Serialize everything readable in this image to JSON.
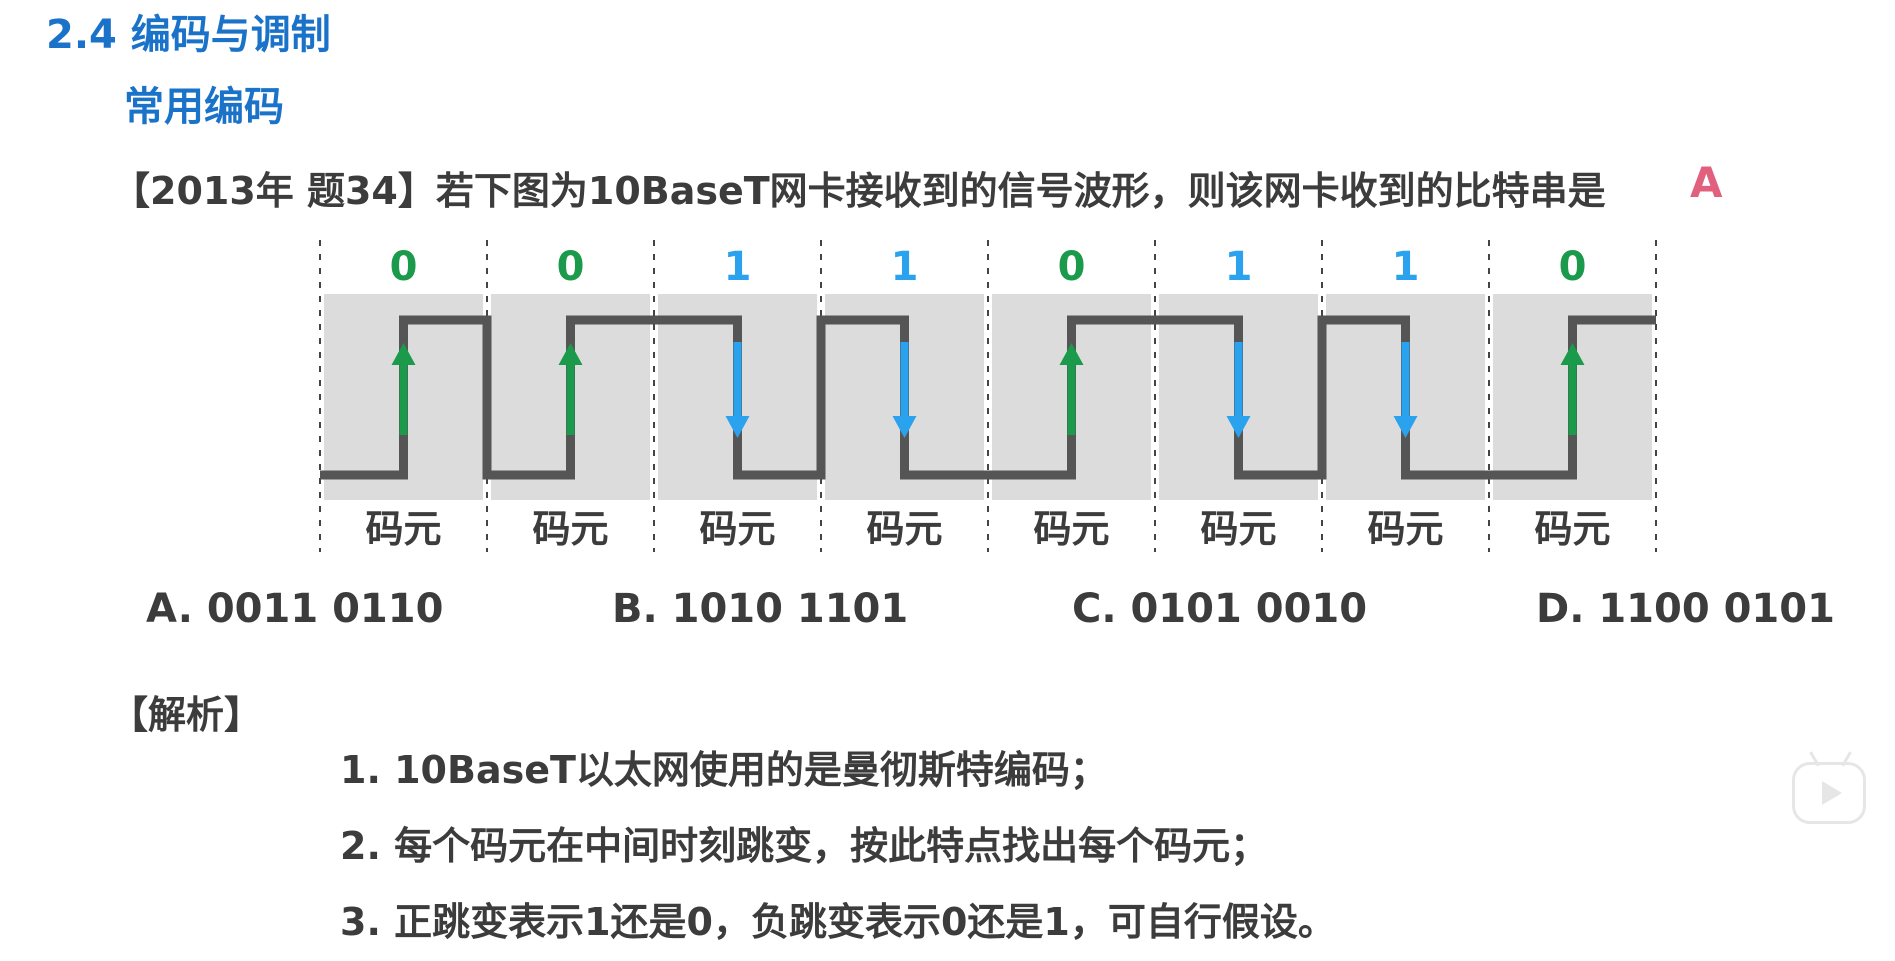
{
  "header": {
    "title": "2.4 编码与调制",
    "subtitle": "常用编码"
  },
  "question": {
    "text": "【2013年 题34】若下图为10BaseT网卡接收到的信号波形，则该网卡收到的比特串是",
    "answer": "A"
  },
  "diagram": {
    "bits": [
      "0",
      "0",
      "1",
      "1",
      "0",
      "1",
      "1",
      "0"
    ],
    "symbol_label": "码元",
    "colors": {
      "zero": "#1a9a4a",
      "one": "#2aa2ee",
      "signal": "#555555",
      "shade": "#dcdcdc"
    }
  },
  "options": [
    {
      "label": "A. 0011 0110"
    },
    {
      "label": "B. 1010 1101"
    },
    {
      "label": "C. 0101 0010"
    },
    {
      "label": "D. 1100 0101"
    }
  ],
  "analysis": {
    "title": "【解析】",
    "steps": [
      "1. 10BaseT以太网使用的是曼彻斯特编码；",
      "2. 每个码元在中间时刻跳变，按此特点找出每个码元；",
      "3. 正跳变表示1还是0，负跳变表示0还是1，可自行假设。"
    ]
  },
  "player": {
    "icon": "play-icon"
  }
}
